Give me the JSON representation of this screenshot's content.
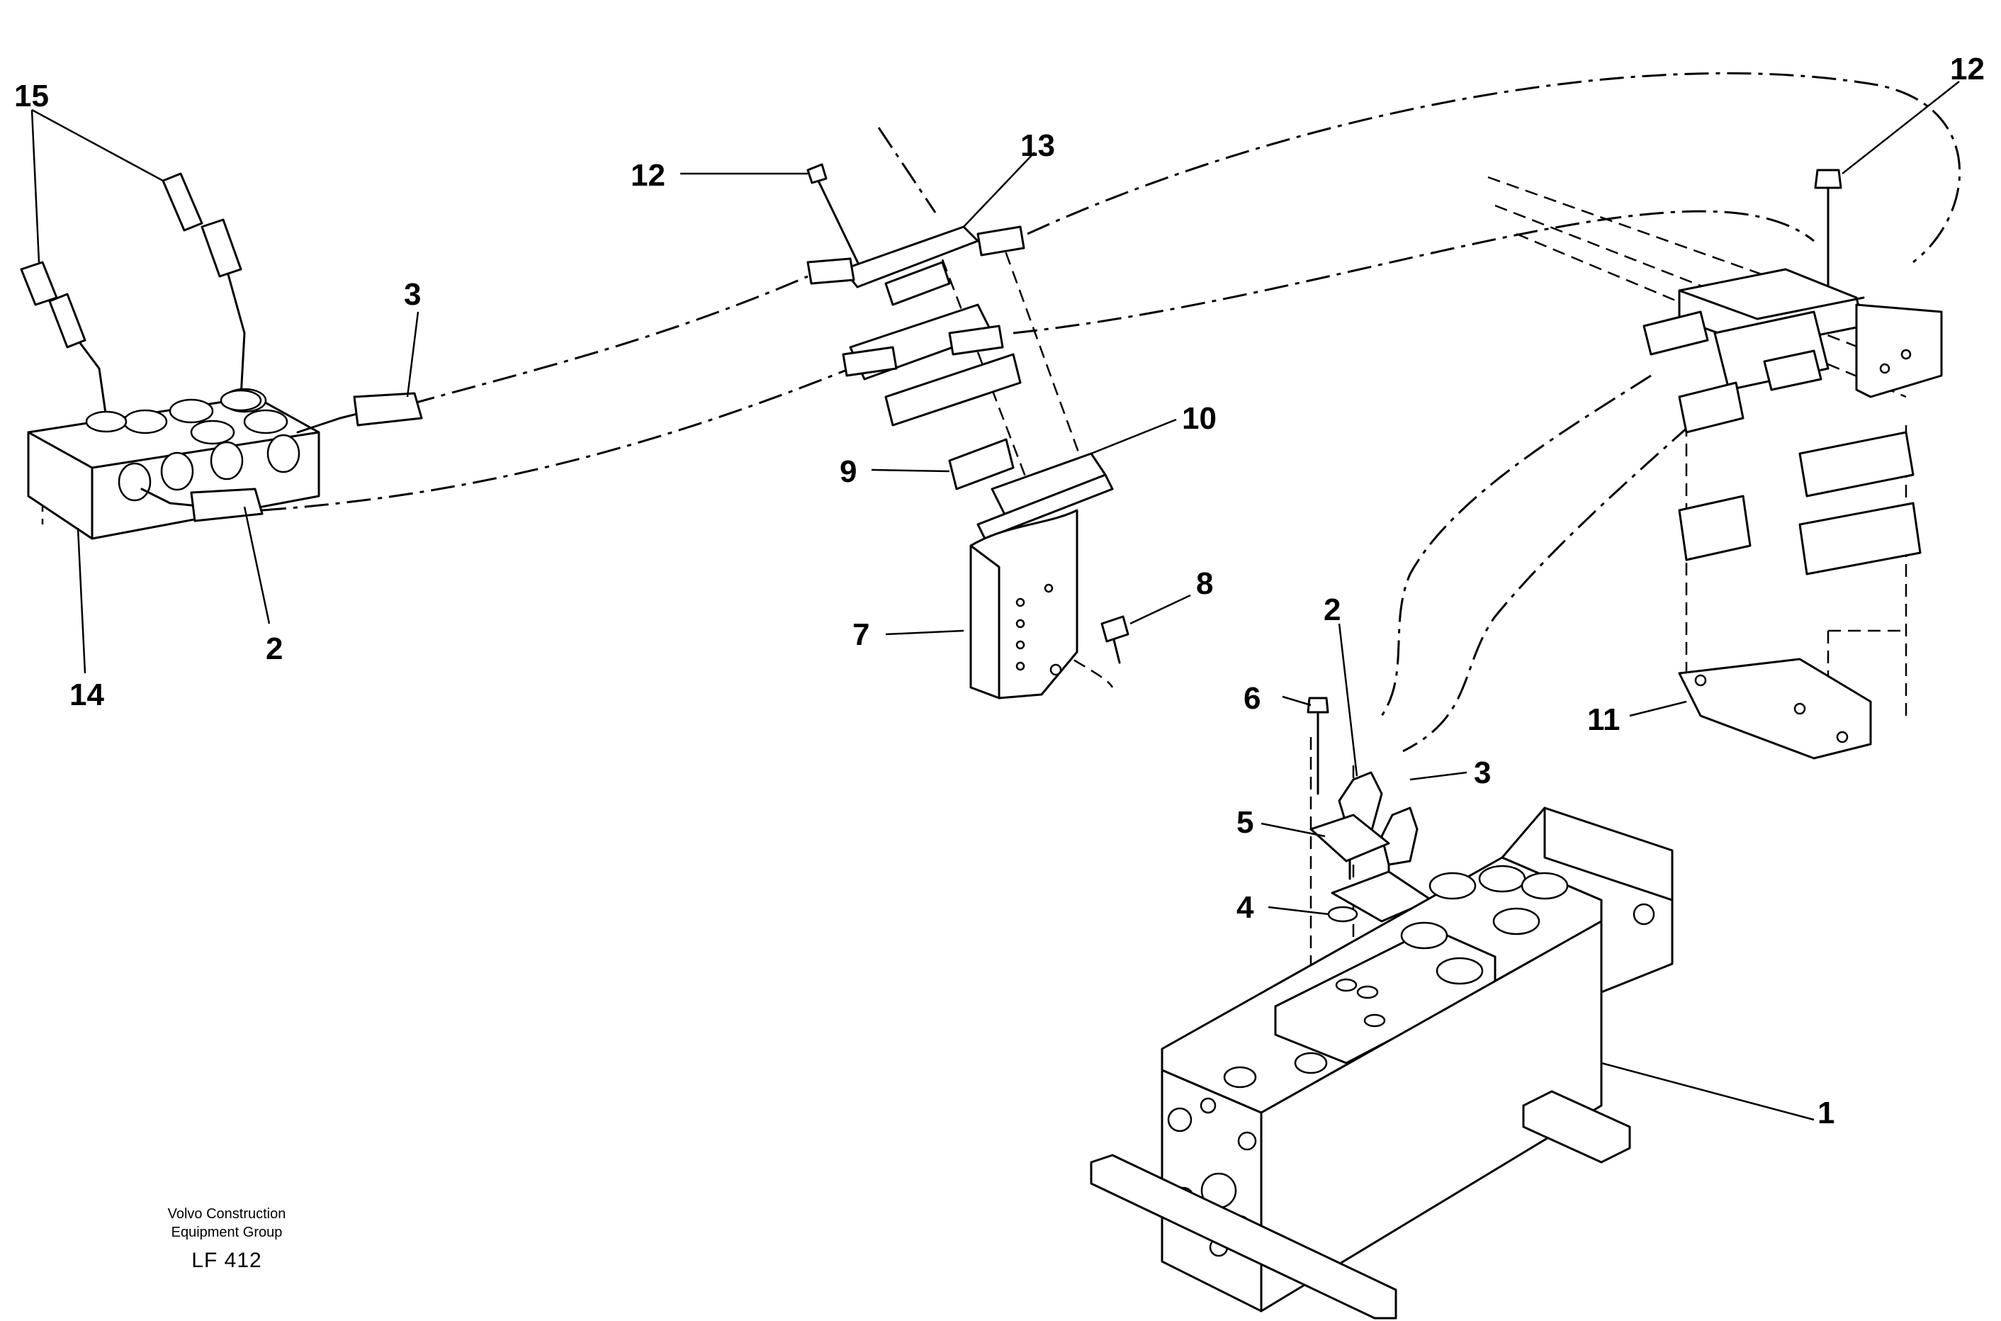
{
  "diagram": {
    "callouts": {
      "c1": "1",
      "c2a": "2",
      "c2b": "2",
      "c3a": "3",
      "c3b": "3",
      "c4": "4",
      "c5": "5",
      "c6": "6",
      "c7": "7",
      "c8": "8",
      "c9": "9",
      "c10": "10",
      "c11": "11",
      "c12a": "12",
      "c12b": "12",
      "c13": "13",
      "c14": "14",
      "c15": "15"
    },
    "footer": {
      "line1": "Volvo Construction",
      "line2": "Equipment Group",
      "ref": "LF 412"
    }
  }
}
